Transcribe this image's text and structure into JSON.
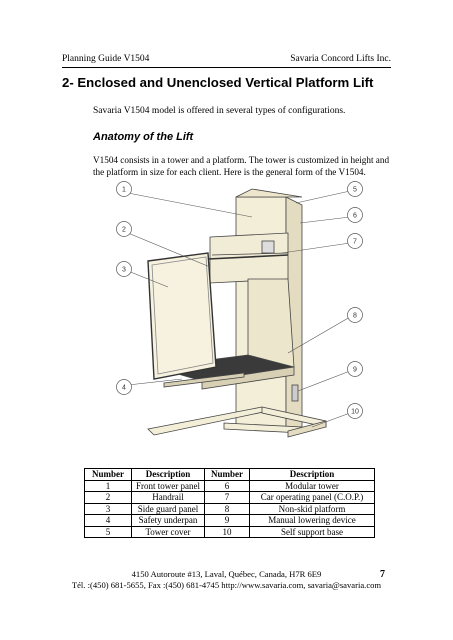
{
  "header": {
    "left": "Planning Guide V1504",
    "right": "Savaria Concord Lifts Inc."
  },
  "section_title": "2- Enclosed and Unenclosed Vertical Platform Lift",
  "intro": "Savaria V1504 model is offered in several types of configurations.",
  "subsection_title": "Anatomy of the Lift",
  "paragraph": "V1504 consists in a tower and a platform. The tower is customized in height and the platform in size for each client. Here is the general form of the V1504.",
  "figure": {
    "callouts": [
      "1",
      "2",
      "3",
      "4",
      "5",
      "6",
      "7",
      "8",
      "9",
      "10"
    ]
  },
  "table": {
    "headers": [
      "Number",
      "Description",
      "Number",
      "Description"
    ],
    "rows": [
      [
        "1",
        "Front tower panel",
        "6",
        "Modular tower"
      ],
      [
        "2",
        "Handrail",
        "7",
        "Car operating panel (C.O.P.)"
      ],
      [
        "3",
        "Side guard panel",
        "8",
        "Non-skid platform"
      ],
      [
        "4",
        "Safety underpan",
        "9",
        "Manual lowering device"
      ],
      [
        "5",
        "Tower cover",
        "10",
        "Self support base"
      ]
    ]
  },
  "footer": {
    "line1": "4150 Autoroute #13, Laval, Québec, Canada, H7R 6E9",
    "line2": "Tél. :(450) 681-5655, Fax :(450) 681-4745 http://www.savaria.com, savaria@savaria.com",
    "page_number": "7"
  }
}
